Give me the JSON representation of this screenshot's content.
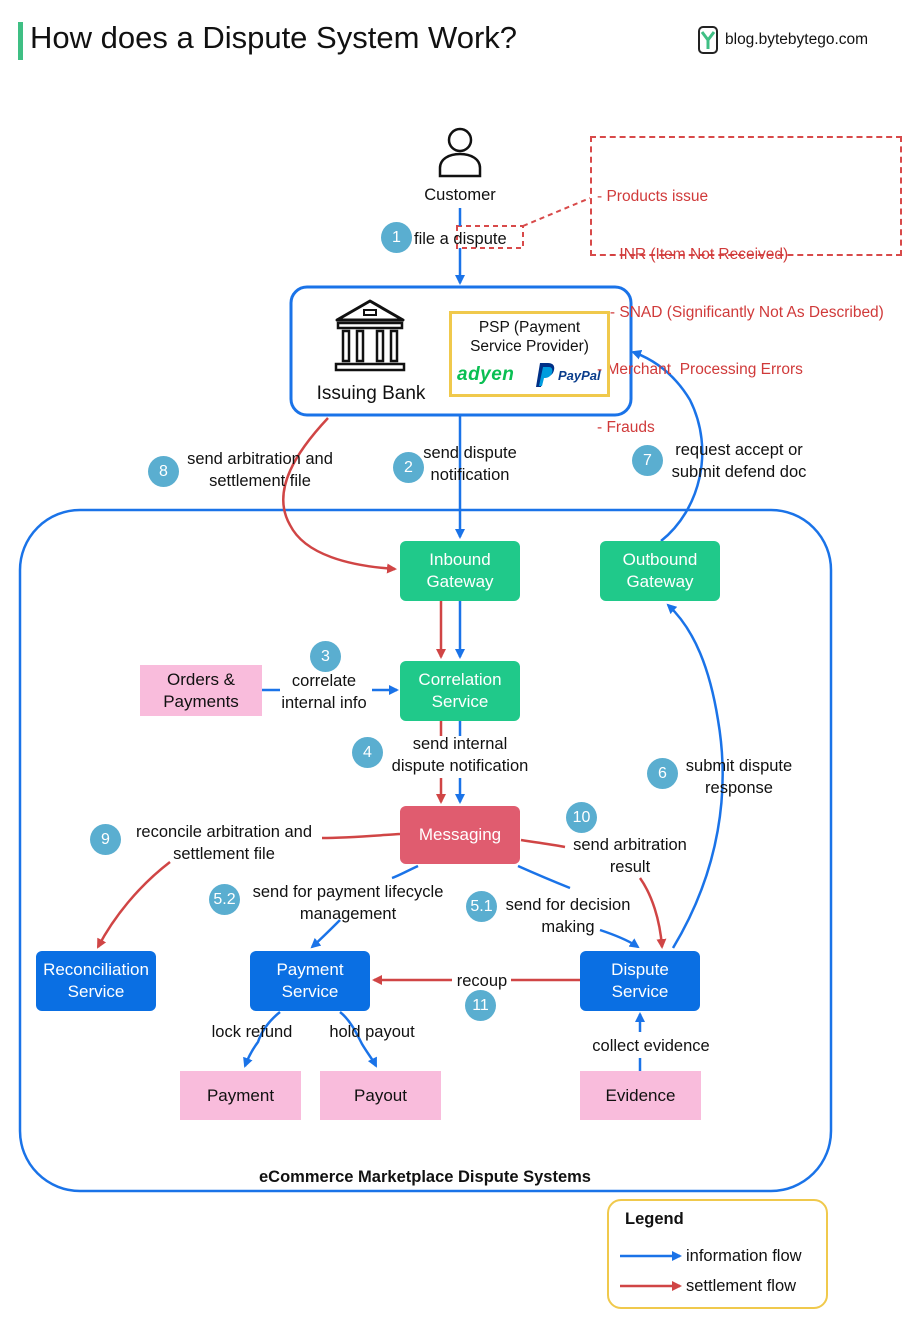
{
  "header": {
    "title": "How does a Dispute System Work?",
    "brand": "blog.bytebytego.com"
  },
  "customer": {
    "label": "Customer"
  },
  "dispute_reasons": [
    "- Products issue",
    "   - INR (Item Not Received)",
    "   - SNAD (Significantly Not As Described)",
    "- Merchant  Processing Errors",
    "- Frauds"
  ],
  "issuer": {
    "bank_label": "Issuing Bank",
    "psp_label": "PSP (Payment\nService Provider)",
    "psp_logos": [
      "adyen",
      "PayPal"
    ]
  },
  "system_label": "eCommerce Marketplace Dispute Systems",
  "components": {
    "inbound_gateway": "Inbound\nGateway",
    "outbound_gateway": "Outbound\nGateway",
    "correlation_service": "Correlation\nService",
    "orders_payments": "Orders &\nPayments",
    "messaging": "Messaging",
    "reconciliation_service": "Reconciliation\nService",
    "payment_service": "Payment\nService",
    "dispute_service": "Dispute\nService",
    "payment": "Payment",
    "payout": "Payout",
    "evidence": "Evidence"
  },
  "steps": {
    "s1": {
      "badge": "1",
      "text": "file a dispute"
    },
    "s2": {
      "badge": "2",
      "text": "send dispute\nnotification"
    },
    "s3": {
      "badge": "3",
      "text": "correlate\ninternal info"
    },
    "s4": {
      "badge": "4",
      "text": "send internal\ndispute notification"
    },
    "s51": {
      "badge": "5.1",
      "text": "send for decision\nmaking"
    },
    "s52": {
      "badge": "5.2",
      "text": "send for payment lifecycle\nmanagement"
    },
    "s6": {
      "badge": "6",
      "text": "submit dispute\nresponse"
    },
    "s7": {
      "badge": "7",
      "text": "request accept or\nsubmit defend doc"
    },
    "s8": {
      "badge": "8",
      "text": "send arbitration and\nsettlement file"
    },
    "s9": {
      "badge": "9",
      "text": "reconcile arbitration and\nsettlement file"
    },
    "s10": {
      "badge": "10",
      "text": "send arbitration\nresult"
    },
    "s11": {
      "badge": "11",
      "text": "recoup"
    }
  },
  "edge_labels": {
    "lock_refund": "lock refund",
    "hold_payout": "hold payout",
    "collect_evidence": "collect evidence"
  },
  "legend": {
    "title": "Legend",
    "items": [
      {
        "label": "information flow",
        "color": "#1a73e8"
      },
      {
        "label": "settlement flow",
        "color": "#d04545"
      }
    ]
  },
  "colors": {
    "information_flow": "#1a73e8",
    "settlement_flow": "#d04545",
    "badge": "#5aaed0",
    "gateway_green": "#20c98a",
    "service_blue": "#0a6fe3",
    "messaging_red": "#e05c6f",
    "external_pink": "#f9bcdc",
    "note_red": "#d84a4a",
    "highlight_yellow": "#f0c94c"
  }
}
